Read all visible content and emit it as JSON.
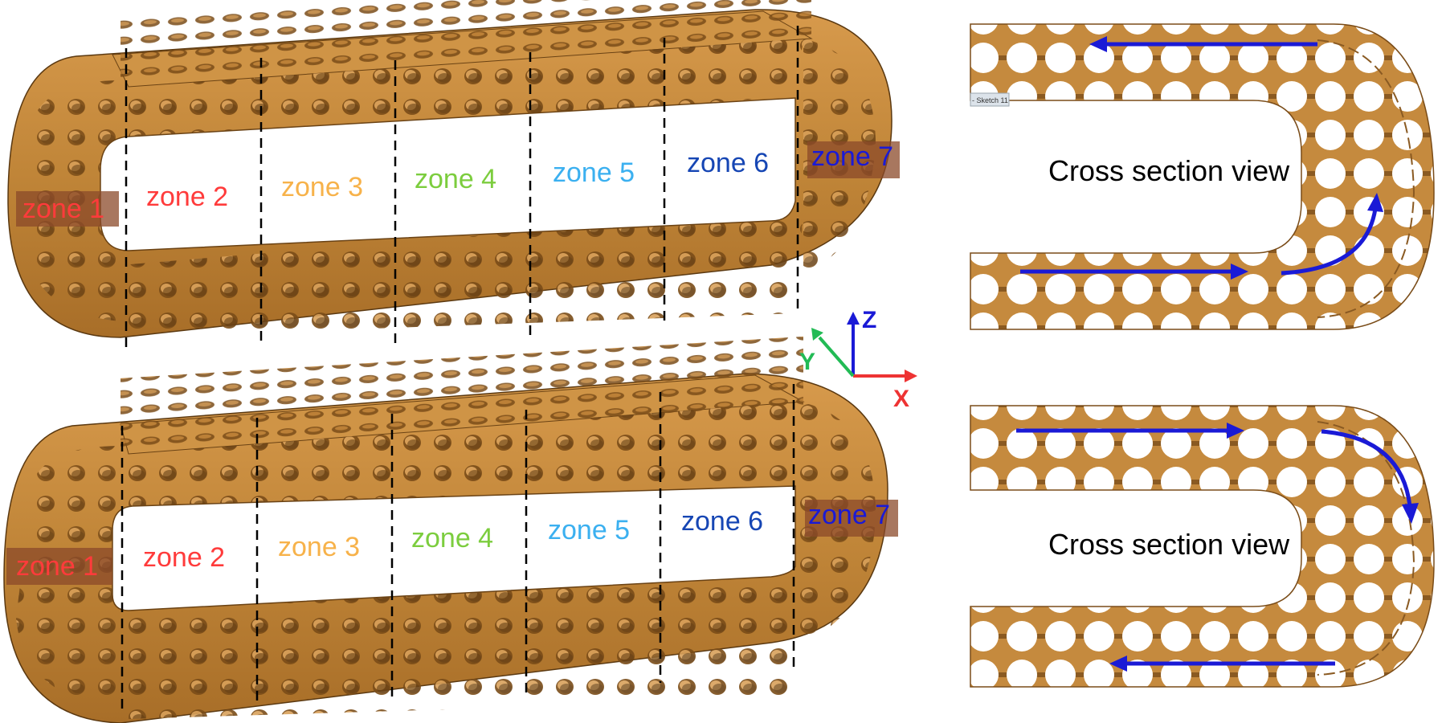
{
  "colors": {
    "copper": "#c58a3e",
    "copper_dark": "#8a5a22",
    "copper_light": "#e0aa63",
    "hole": "#7a4c18",
    "flow_arrow": "#1a1ad6",
    "label_box": "#8b4a2a",
    "axis_x": "#ee3333",
    "axis_y": "#22bb55",
    "axis_z": "#1a1ad6"
  },
  "models": {
    "top": {
      "zones": [
        {
          "label": "zone 1",
          "color": "#ff3b3b"
        },
        {
          "label": "zone 2",
          "color": "#ff3b3b"
        },
        {
          "label": "zone 3",
          "color": "#f7b24a"
        },
        {
          "label": "zone 4",
          "color": "#7ccd3e"
        },
        {
          "label": "zone 5",
          "color": "#3bb0f0"
        },
        {
          "label": "zone 6",
          "color": "#1646b4"
        },
        {
          "label": "zone 7",
          "color": "#1a1ad6"
        }
      ]
    },
    "bottom": {
      "zones": [
        {
          "label": "zone 1",
          "color": "#ff3b3b"
        },
        {
          "label": "zone 2",
          "color": "#ff3b3b"
        },
        {
          "label": "zone 3",
          "color": "#f7b24a"
        },
        {
          "label": "zone 4",
          "color": "#7ccd3e"
        },
        {
          "label": "zone 5",
          "color": "#3bb0f0"
        },
        {
          "label": "zone 6",
          "color": "#1646b4"
        },
        {
          "label": "zone 7",
          "color": "#1a1ad6"
        }
      ]
    }
  },
  "cross_sections": {
    "top": {
      "title": "Cross section view",
      "sketch_tag": "- Sketch 11"
    },
    "bottom": {
      "title": "Cross section view"
    }
  },
  "axes": {
    "x": "X",
    "y": "Y",
    "z": "Z"
  }
}
